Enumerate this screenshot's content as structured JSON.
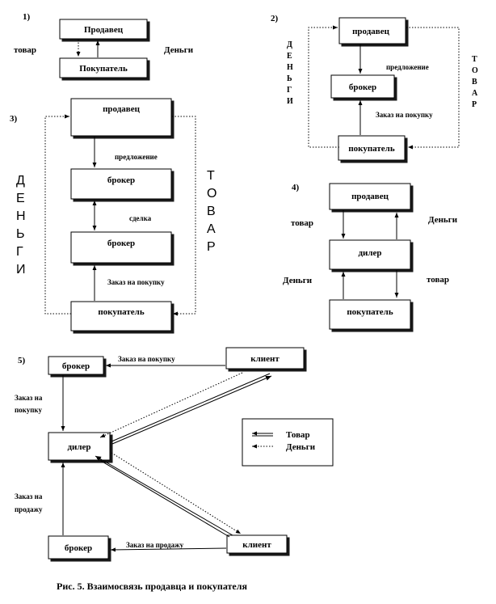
{
  "d1": {
    "num": "1)",
    "seller": "Продавец",
    "buyer": "Покупатель",
    "left": "товар",
    "right": "Деньги"
  },
  "d2": {
    "num": "2)",
    "seller": "продавец",
    "broker": "брокер",
    "buyer": "покупатель",
    "offer": "предложение",
    "order": "Заказ на покупку",
    "left_vertical": "ДЕНЬГИ",
    "right_vertical": "ТОВАР"
  },
  "d3": {
    "num": "3)",
    "seller": "продавец",
    "broker1": "брокер",
    "broker2": "брокер",
    "buyer": "покупатель",
    "offer": "предложение",
    "deal": "сделка",
    "order": "Заказ на покупку",
    "left_vertical": "ДЕНЬГИ",
    "right_vertical": "ТОВАР"
  },
  "d4": {
    "num": "4)",
    "seller": "продавец",
    "dealer": "дилер",
    "buyer": "покупатель",
    "top_left": "товар",
    "top_right": "Деньги",
    "bottom_left": "Деньги",
    "bottom_right": "товар"
  },
  "d5": {
    "num": "5)",
    "broker_top": "брокер",
    "client_top": "клиент",
    "dealer": "дилер",
    "broker_bottom": "брокер",
    "client_bottom": "клиент",
    "buy_order_top": "Заказ на покупку",
    "buy_order_left_1": "Заказ на",
    "buy_order_left_2": "покупку",
    "sell_order_left_1": "Заказ на",
    "sell_order_left_2": "продажу",
    "sell_order_bottom": "Заказ на продажу",
    "legend_goods": "Товар",
    "legend_money": "Деньги"
  },
  "caption": "Рис. 5. Взаимосвязь продавца и покупателя"
}
